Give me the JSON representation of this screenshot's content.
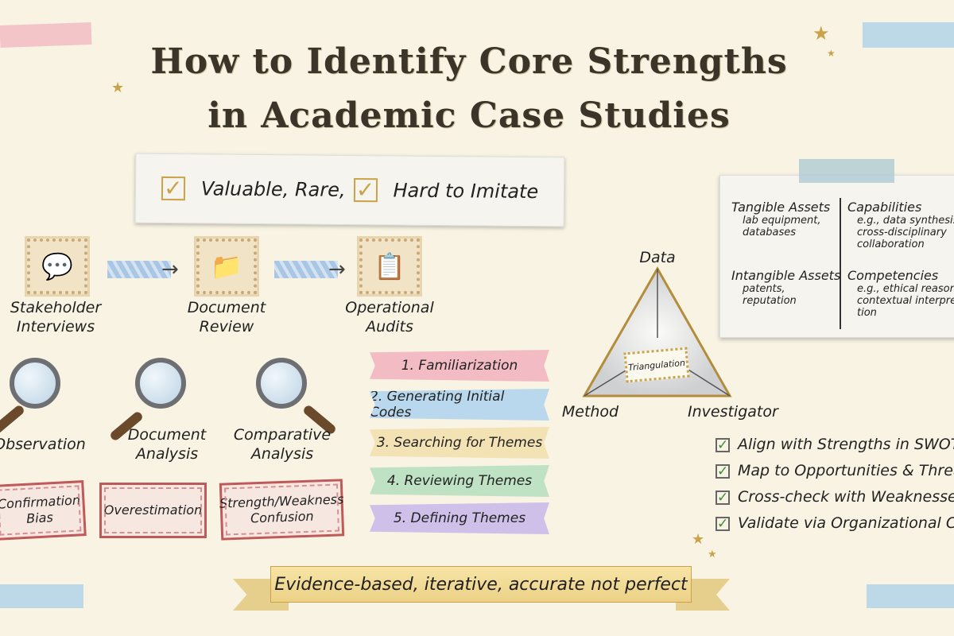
{
  "title": {
    "line1": "How to Identify Core Strengths",
    "line2": "in Academic Case Studies"
  },
  "criteria": {
    "item1": "Valuable, Rare,",
    "item2": "Hard to Imitate",
    "icon": "checkbox-icon"
  },
  "collection_methods": [
    {
      "label1": "Stakeholder",
      "label2": "Interviews",
      "icon": "speech-bubble-icon"
    },
    {
      "label1": "Document",
      "label2": "Review",
      "icon": "folder-icon"
    },
    {
      "label1": "Operational",
      "label2": "Audits",
      "icon": "clipboard-icon"
    }
  ],
  "analysis_methods": [
    {
      "label1": "Observation",
      "label2": ""
    },
    {
      "label1": "Document",
      "label2": "Analysis"
    },
    {
      "label1": "Comparative",
      "label2": "Analysis"
    }
  ],
  "pitfalls": [
    {
      "label1": "Confirmation",
      "label2": "Bias"
    },
    {
      "label1": "Overestimation",
      "label2": ""
    },
    {
      "label1": "Strength/Weakness",
      "label2": "Confusion"
    }
  ],
  "steps": [
    {
      "label": "1. Familiarization",
      "color": "#f3bcc4"
    },
    {
      "label": "2. Generating Initial Codes",
      "color": "#b9d8ee"
    },
    {
      "label": "3. Searching for Themes",
      "color": "#f3e2b4"
    },
    {
      "label": "4. Reviewing Themes",
      "color": "#bfe2c4"
    },
    {
      "label": "5. Defining Themes",
      "color": "#cfc0ea"
    }
  ],
  "triangulation": {
    "center": "Triangulation",
    "top": "Data",
    "left": "Method",
    "right": "Investigator"
  },
  "resources": {
    "tangible": {
      "title": "Tangible Assets",
      "line1": "lab equipment,",
      "line2": "databases"
    },
    "intangible": {
      "title": "Intangible Assets",
      "line1": "patents,",
      "line2": "reputation"
    },
    "capabilities": {
      "title": "Capabilities",
      "line1": "e.g., data synthesis",
      "line2": "cross-disciplinary",
      "line3": "collaboration"
    },
    "competencies": {
      "title": "Competencies",
      "line1": "e.g., ethical reasoni",
      "line2": "contextual interpre",
      "line3": "tion"
    }
  },
  "checklist": [
    "Align with Strengths in SWOT M",
    "Map to Opportunities & Threats",
    "Cross-check with Weaknesses",
    "Validate via Organizational Con"
  ],
  "banner": "Evidence-based, iterative, accurate not perfect"
}
